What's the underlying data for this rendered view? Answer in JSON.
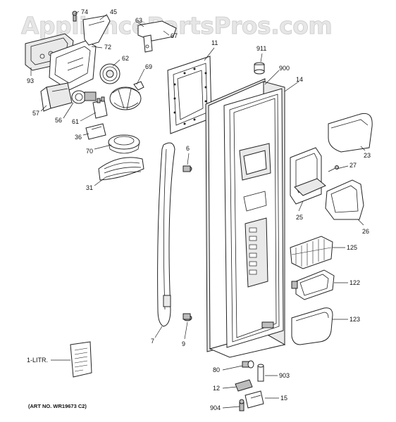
{
  "watermark": "AppliancePartsPros.com",
  "art_number": "(ART NO. WR19673 C2)",
  "callouts": {
    "c74": "74",
    "c45": "45",
    "c63": "63",
    "c67": "67",
    "c72": "72",
    "c62": "62",
    "c69": "69",
    "c93": "93",
    "c57": "57",
    "c56": "56",
    "c61": "61",
    "c36": "36",
    "c70": "70",
    "c31": "31",
    "c11": "11",
    "c911": "911",
    "c900": "900",
    "c14": "14",
    "c6": "6",
    "c23": "23",
    "c27": "27",
    "c25": "25",
    "c26": "26",
    "c125": "125",
    "c122": "122",
    "c123": "123",
    "c7": "7",
    "c9": "9",
    "c1litr": "1-LITR.",
    "c80": "80",
    "c903": "903",
    "c12": "12",
    "c15": "15",
    "c904": "904"
  }
}
